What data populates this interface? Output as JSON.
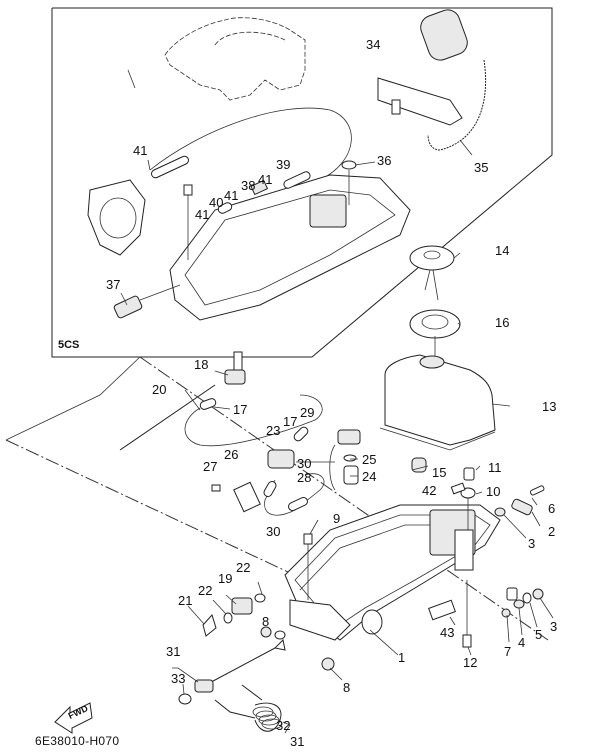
{
  "diagram": {
    "inset_label": "5CS",
    "document_id": "6E38010-H070",
    "direction_indicator": "FWD",
    "callouts": [
      {
        "id": "c34",
        "text": "34"
      },
      {
        "id": "c35",
        "text": "35"
      },
      {
        "id": "c36",
        "text": "36"
      },
      {
        "id": "c37",
        "text": "37"
      },
      {
        "id": "c38",
        "text": "38"
      },
      {
        "id": "c39",
        "text": "39"
      },
      {
        "id": "c40",
        "text": "40"
      },
      {
        "id": "c41a",
        "text": "41"
      },
      {
        "id": "c41b",
        "text": "41"
      },
      {
        "id": "c41c",
        "text": "41"
      },
      {
        "id": "c41d",
        "text": "41"
      },
      {
        "id": "c14",
        "text": "14"
      },
      {
        "id": "c16",
        "text": "16"
      },
      {
        "id": "c13",
        "text": "13"
      },
      {
        "id": "c18",
        "text": "18"
      },
      {
        "id": "c20",
        "text": "20"
      },
      {
        "id": "c17a",
        "text": "17"
      },
      {
        "id": "c17b",
        "text": "17"
      },
      {
        "id": "c29",
        "text": "29"
      },
      {
        "id": "c23",
        "text": "23"
      },
      {
        "id": "c26",
        "text": "26"
      },
      {
        "id": "c27",
        "text": "27"
      },
      {
        "id": "c30a",
        "text": "30"
      },
      {
        "id": "c28",
        "text": "28"
      },
      {
        "id": "c30b",
        "text": "30"
      },
      {
        "id": "c25",
        "text": "25"
      },
      {
        "id": "c24",
        "text": "24"
      },
      {
        "id": "c15",
        "text": "15"
      },
      {
        "id": "c11",
        "text": "11"
      },
      {
        "id": "c42",
        "text": "42"
      },
      {
        "id": "c10",
        "text": "10"
      },
      {
        "id": "c6",
        "text": "6"
      },
      {
        "id": "c2",
        "text": "2"
      },
      {
        "id": "c3a",
        "text": "3"
      },
      {
        "id": "c9",
        "text": "9"
      },
      {
        "id": "c22a",
        "text": "22"
      },
      {
        "id": "c19",
        "text": "19"
      },
      {
        "id": "c22b",
        "text": "22"
      },
      {
        "id": "c21",
        "text": "21"
      },
      {
        "id": "c8a",
        "text": "8"
      },
      {
        "id": "c1",
        "text": "1"
      },
      {
        "id": "c43",
        "text": "43"
      },
      {
        "id": "c12",
        "text": "12"
      },
      {
        "id": "c7",
        "text": "7"
      },
      {
        "id": "c4",
        "text": "4"
      },
      {
        "id": "c5",
        "text": "5"
      },
      {
        "id": "c3b",
        "text": "3"
      },
      {
        "id": "c31a",
        "text": "31"
      },
      {
        "id": "c33",
        "text": "33"
      },
      {
        "id": "c8b",
        "text": "8"
      },
      {
        "id": "c32",
        "text": "32"
      },
      {
        "id": "c31b",
        "text": "31"
      }
    ]
  }
}
